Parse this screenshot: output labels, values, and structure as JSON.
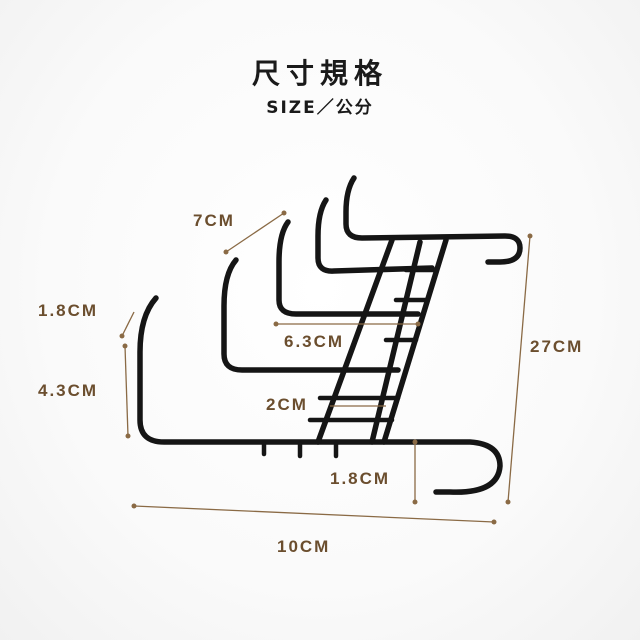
{
  "header": {
    "title": "尺寸規格",
    "subtitle": "SIZE／公分"
  },
  "dimensions": {
    "hook_gap": "7CM",
    "hook_tip": "1.8CM",
    "hook_arm": "4.3CM",
    "rail_length": "6.3CM",
    "rung_gap": "2CM",
    "end_hook": "1.8CM",
    "height": "27CM",
    "width": "10CM"
  },
  "colors": {
    "dimension_text": "#6b4e2e",
    "dimension_line": "#8a6a45",
    "product": "#151515"
  }
}
